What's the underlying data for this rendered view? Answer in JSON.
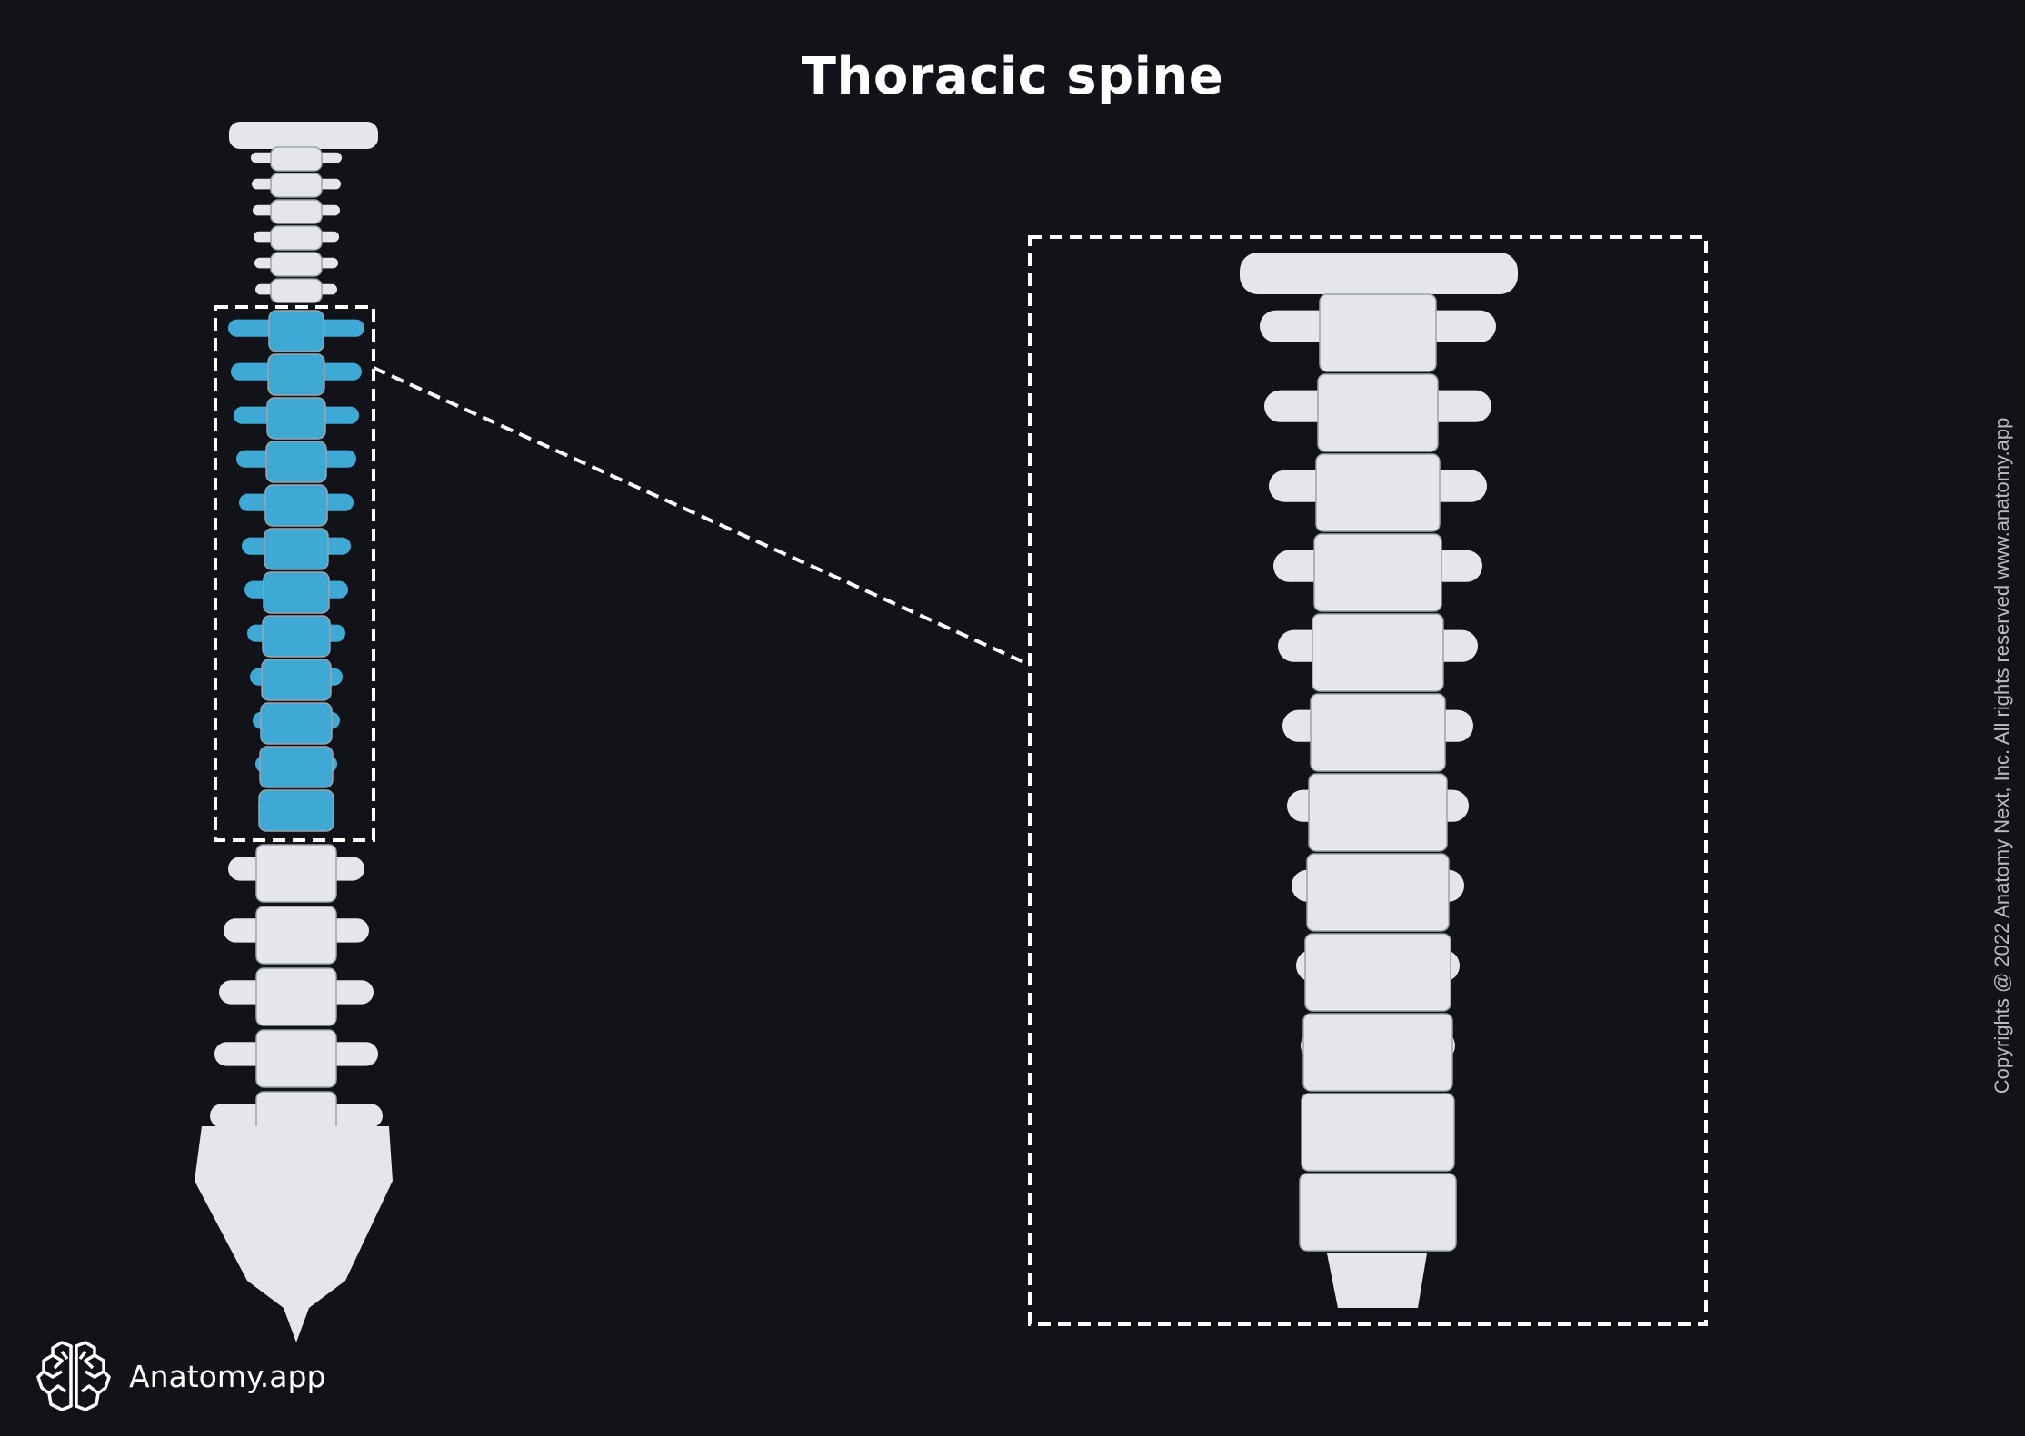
{
  "title": "Thoracic spine",
  "brand": {
    "name": "Anatomy.app",
    "icon": "brain-icon"
  },
  "copyright": "Copyrights @ 2022 Anatomy Next, Inc. All rights reserved www.anatomy.app",
  "colors": {
    "background": "#111318",
    "highlight": "#3fa9d6",
    "bone": "#e4e6ea",
    "dashed": "#ffffff"
  }
}
